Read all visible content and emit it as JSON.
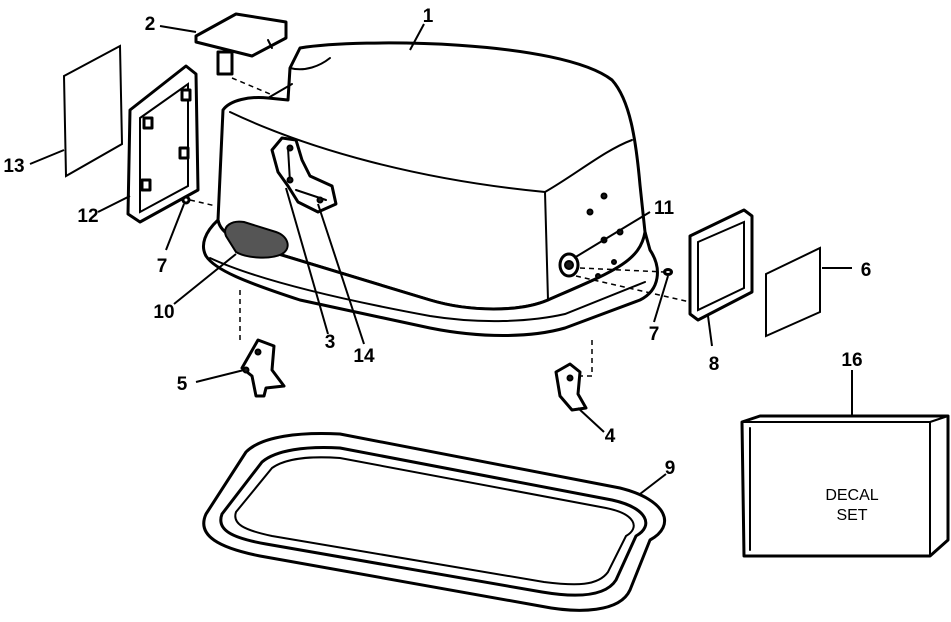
{
  "callouts": {
    "c1": "1",
    "c2": "2",
    "c3": "3",
    "c4": "4",
    "c5": "5",
    "c6": "6",
    "c7a": "7",
    "c7b": "7",
    "c8": "8",
    "c9": "9",
    "c10": "10",
    "c11": "11",
    "c12": "12",
    "c13": "13",
    "c14": "14",
    "c16": "16"
  },
  "decal_box": {
    "line1": "DECAL",
    "line2": "SET"
  },
  "colors": {
    "ink": "#000000",
    "paper": "#ffffff"
  }
}
